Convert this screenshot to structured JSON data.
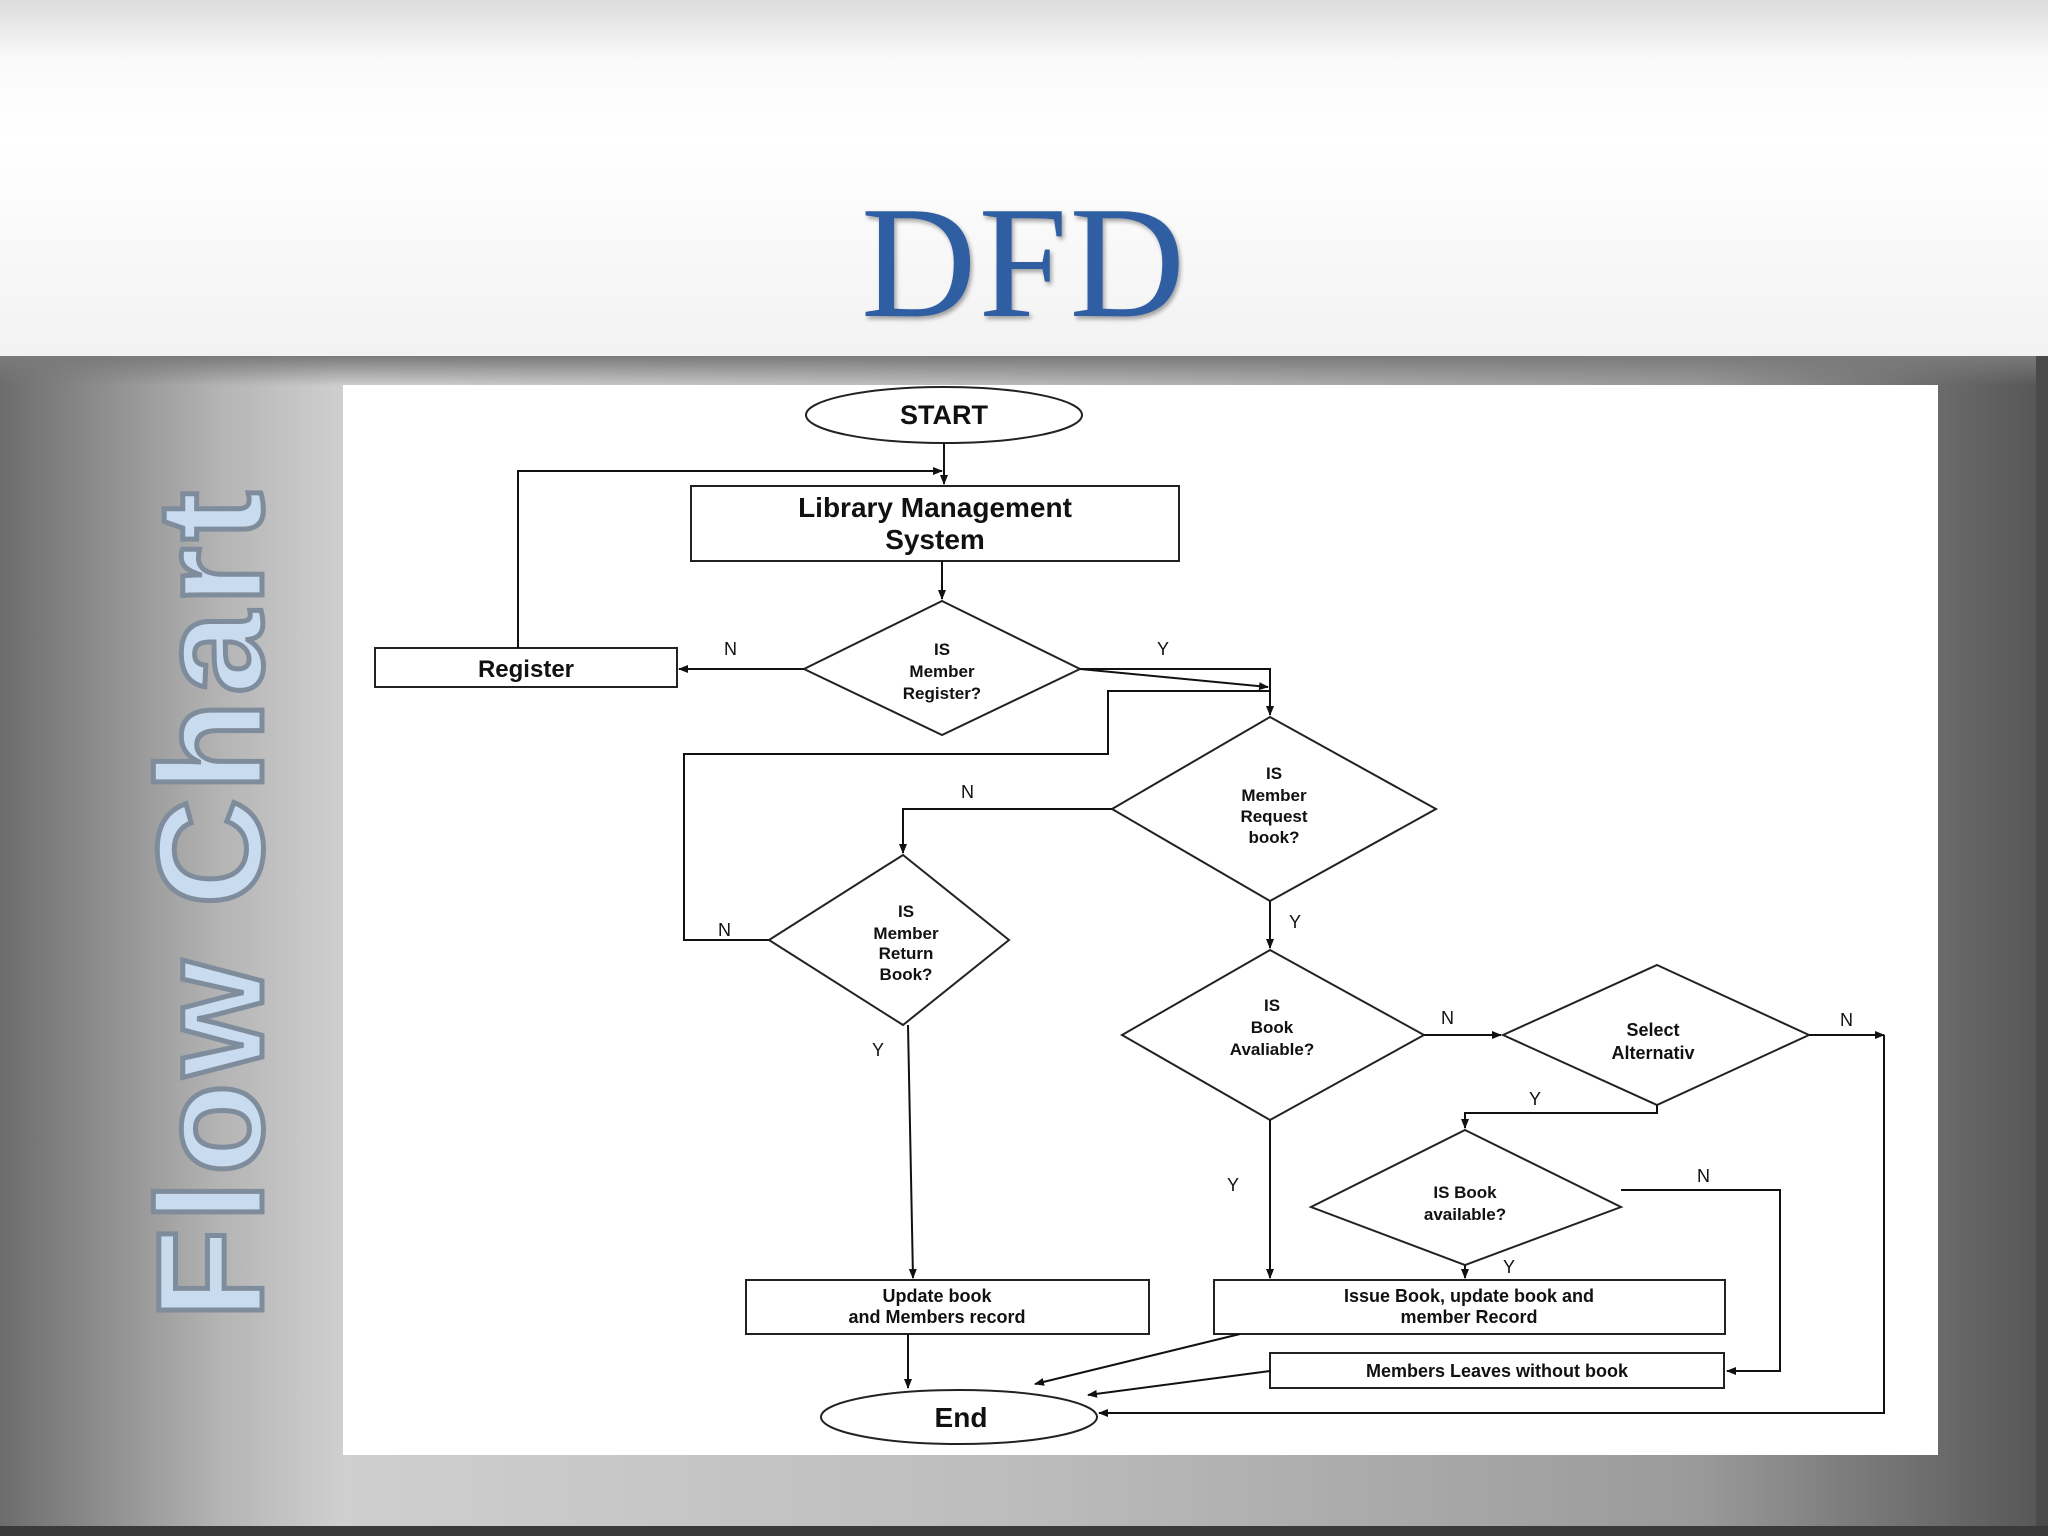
{
  "slide": {
    "title": "DFD",
    "side_title": "Flow Chart"
  },
  "flowchart": {
    "start": "START",
    "system_line1": "Library Management",
    "system_line2": "System",
    "register": "Register",
    "q_member_registered": [
      "IS",
      "Member",
      "Register?"
    ],
    "q_request_book": [
      "IS",
      "Member",
      "Request",
      "book?"
    ],
    "q_return_book": [
      "IS",
      "Member",
      "Return",
      "Book?"
    ],
    "q_book_available": [
      "IS",
      "Book",
      "Avaliable?"
    ],
    "select_alternative": [
      "Select",
      "Alternativ"
    ],
    "q_book_available2": [
      "IS Book",
      "available?"
    ],
    "update_record": [
      "Update book",
      "and Members record"
    ],
    "issue_book": [
      "Issue Book, update book and",
      "member Record"
    ],
    "leaves_without_book": "Members Leaves without book",
    "end": "End",
    "label_yes": "Y",
    "label_no": "N"
  }
}
